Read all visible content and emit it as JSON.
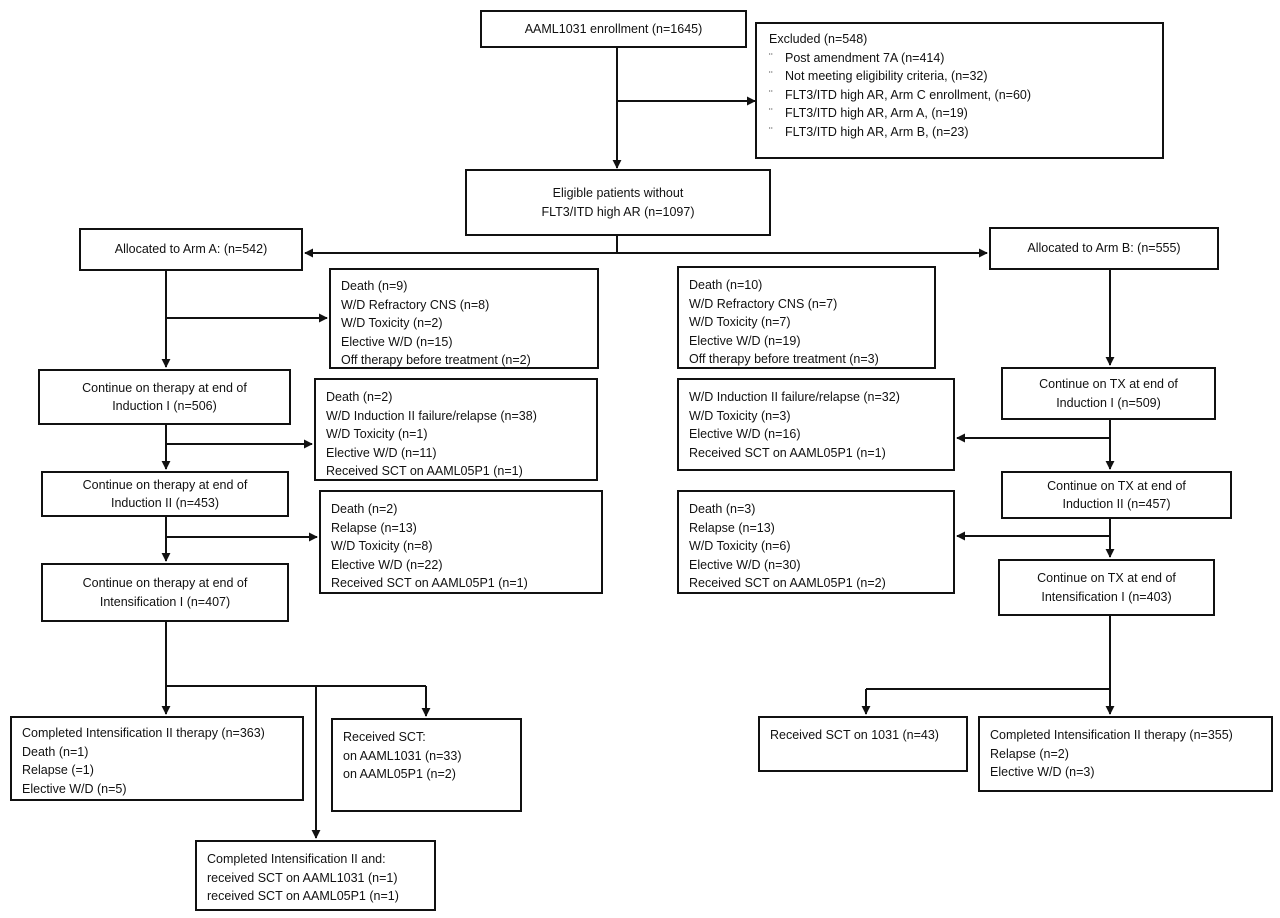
{
  "enrollment": "AAML1031 enrollment (n=1645)",
  "excluded": {
    "title": "Excluded (n=548)",
    "bullet": "¨",
    "items": [
      "Post amendment 7A (n=414)",
      "Not meeting eligibility criteria, (n=32)",
      "FLT3/ITD high AR, Arm C enrollment, (n=60)",
      "FLT3/ITD high AR, Arm A, (n=19)",
      "FLT3/ITD high AR, Arm B, (n=23)"
    ]
  },
  "eligible": [
    "Eligible patients without",
    "FLT3/ITD high AR (n=1097)"
  ],
  "arm_a": {
    "allocated": "Allocated to Arm A:  (n=542)",
    "off_induction1": [
      "Death (n=9)",
      "W/D Refractory CNS (n=8)",
      "W/D Toxicity (n=2)",
      "Elective W/D (n=15)",
      "Off therapy before treatment (n=2)"
    ],
    "after_induction1": [
      "Continue on therapy at end of",
      "Induction I (n=506)"
    ],
    "off_induction2": [
      "Death (n=2)",
      "W/D Induction II failure/relapse (n=38)",
      "W/D Toxicity (n=1)",
      "Elective W/D (n=11)",
      "Received SCT on AAML05P1 (n=1)"
    ],
    "after_induction2": [
      "Continue on therapy at end of",
      "Induction II (n=453)"
    ],
    "off_intensification1": [
      "Death (n=2)",
      "Relapse (n=13)",
      "W/D Toxicity (n=8)",
      "Elective W/D (n=22)",
      "Received SCT on AAML05P1 (n=1)"
    ],
    "after_intensification1": [
      "Continue on therapy at end of",
      "Intensification I (n=407)"
    ],
    "completed": [
      "Completed Intensification II therapy (n=363)",
      "Death (n=1)",
      "Relapse (=1)",
      "Elective W/D (n=5)"
    ],
    "received_sct": [
      "Received SCT:",
      "on AAML1031 (n=33)",
      "on AAML05P1 (n=2)"
    ],
    "completed_and_sct": [
      "Completed Intensification II and:",
      "received SCT on AAML1031 (n=1)",
      "received SCT on AAML05P1 (n=1)"
    ]
  },
  "arm_b": {
    "allocated": "Allocated to Arm B:  (n=555)",
    "off_induction1": [
      "Death (n=10)",
      "W/D Refractory CNS (n=7)",
      "W/D Toxicity (n=7)",
      "Elective W/D (n=19)",
      "Off therapy before treatment (n=3)"
    ],
    "after_induction1": [
      "Continue on TX at end of",
      "Induction I (n=509)"
    ],
    "off_induction2": [
      "W/D Induction II failure/relapse (n=32)",
      "W/D Toxicity (n=3)",
      "Elective W/D (n=16)",
      "Received SCT on AAML05P1 (n=1)"
    ],
    "after_induction2": [
      "Continue on TX at end of",
      "Induction II (n=457)"
    ],
    "off_intensification1": [
      "Death (n=3)",
      "Relapse (n=13)",
      "W/D Toxicity (n=6)",
      "Elective W/D (n=30)",
      "Received SCT on AAML05P1 (n=2)"
    ],
    "after_intensification1": [
      "Continue on TX at end of",
      "Intensification I (n=403)"
    ],
    "received_sct": "Received SCT on 1031 (n=43)",
    "completed": [
      "Completed Intensification II therapy (n=355)",
      "Relapse (n=2)",
      "Elective W/D (n=3)"
    ]
  }
}
